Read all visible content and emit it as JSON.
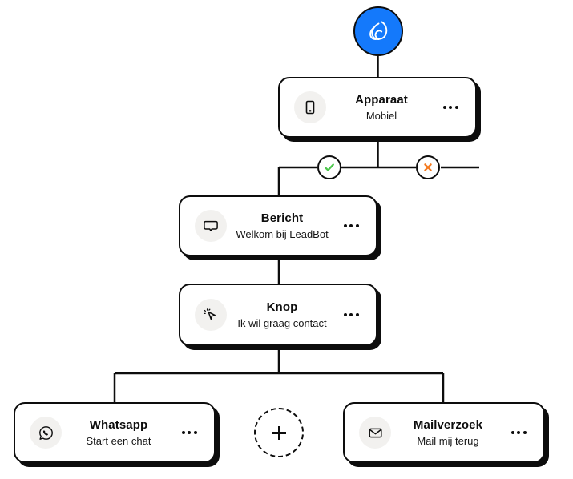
{
  "canvas": {
    "background": "#ffffff",
    "line_color": "#0d0d0d"
  },
  "brand": {
    "name": "leadbot-logo",
    "icon": "spiral-scribble-icon",
    "color": "#1479FB",
    "border_color": "#0d0d0d"
  },
  "branch_badges": [
    {
      "name": "success-badge",
      "icon": "check-icon",
      "color": "#4CC74C",
      "label": "success"
    },
    {
      "name": "failure-badge",
      "icon": "close-icon",
      "color": "#F47B20",
      "label": "failure"
    }
  ],
  "nodes": [
    {
      "id": "apparaat",
      "name": "device-node",
      "icon": "mobile-phone-icon",
      "title": "Apparaat",
      "subtitle": "Mobiel",
      "menu": "more-options-icon"
    },
    {
      "id": "bericht",
      "name": "message-node",
      "icon": "speech-bubble-icon",
      "title": "Bericht",
      "subtitle": "Welkom bij LeadBot",
      "menu": "more-options-icon"
    },
    {
      "id": "knop",
      "name": "button-node",
      "icon": "cursor-click-icon",
      "title": "Knop",
      "subtitle": "Ik wil graag contact",
      "menu": "more-options-icon"
    },
    {
      "id": "whatsapp",
      "name": "whatsapp-node",
      "icon": "whatsapp-icon",
      "title": "Whatsapp",
      "subtitle": "Start een chat",
      "menu": "more-options-icon"
    },
    {
      "id": "mailverzoek",
      "name": "mail-request-node",
      "icon": "envelope-icon",
      "title": "Mailverzoek",
      "subtitle": "Mail mij terug",
      "menu": "more-options-icon"
    }
  ],
  "add_button": {
    "name": "add-node-button",
    "icon": "plus-icon",
    "label": "+"
  }
}
